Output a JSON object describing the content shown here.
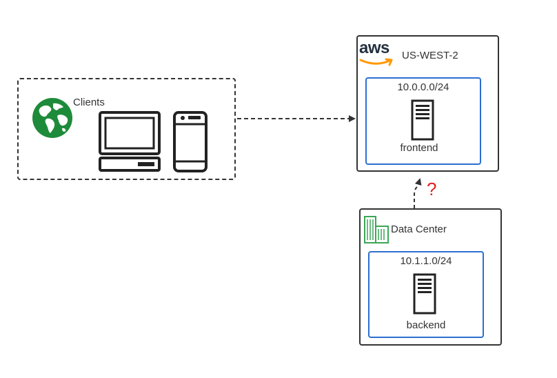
{
  "clients": {
    "label": "Clients"
  },
  "region": {
    "label": "US-WEST-2",
    "logo_text": "aws"
  },
  "frontend_subnet": {
    "cidr": "10.0.0.0/24",
    "server_label": "frontend"
  },
  "datacenter": {
    "label": "Data Center"
  },
  "backend_subnet": {
    "cidr": "10.1.1.0/24",
    "server_label": "backend"
  },
  "connection": {
    "question_mark": "?"
  },
  "colors": {
    "line": "#333333",
    "subnet_border": "#2b6fd1",
    "globe": "#1e8b3a",
    "datacenter_icon": "#3aa655",
    "aws_smile": "#ff9900",
    "question": "#e02020"
  }
}
